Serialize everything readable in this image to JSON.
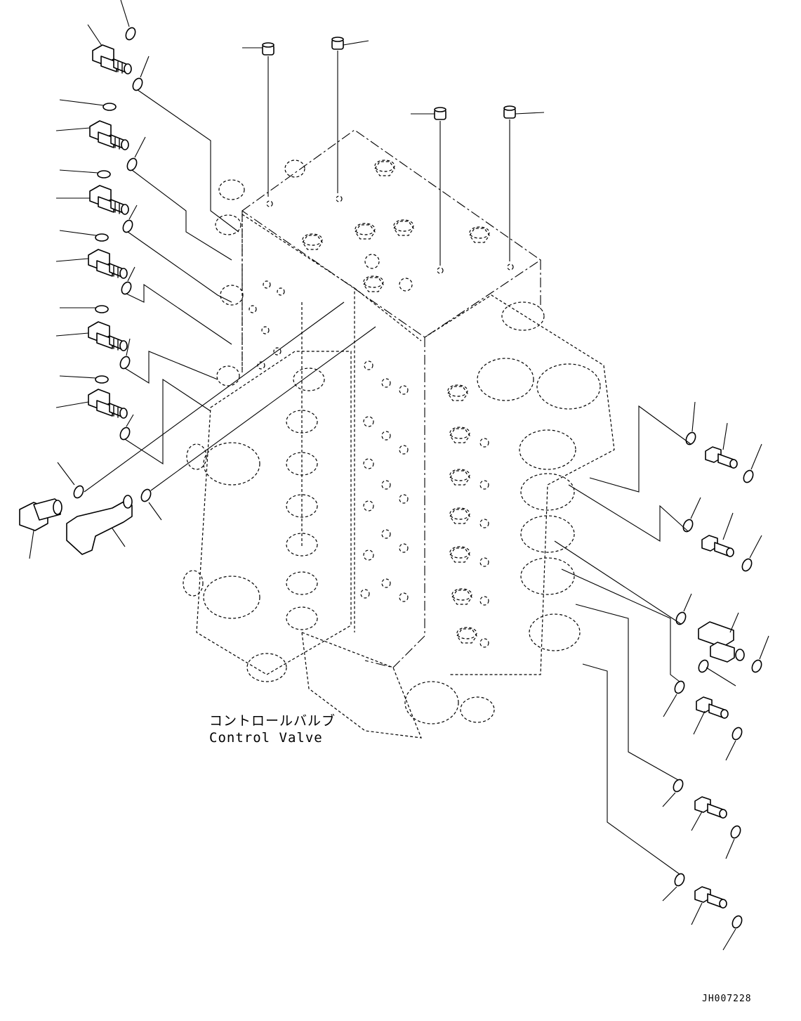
{
  "diagram": {
    "label_jp": "コントロールバルブ",
    "label_en": "Control Valve",
    "drawing_code": "JH007228"
  }
}
